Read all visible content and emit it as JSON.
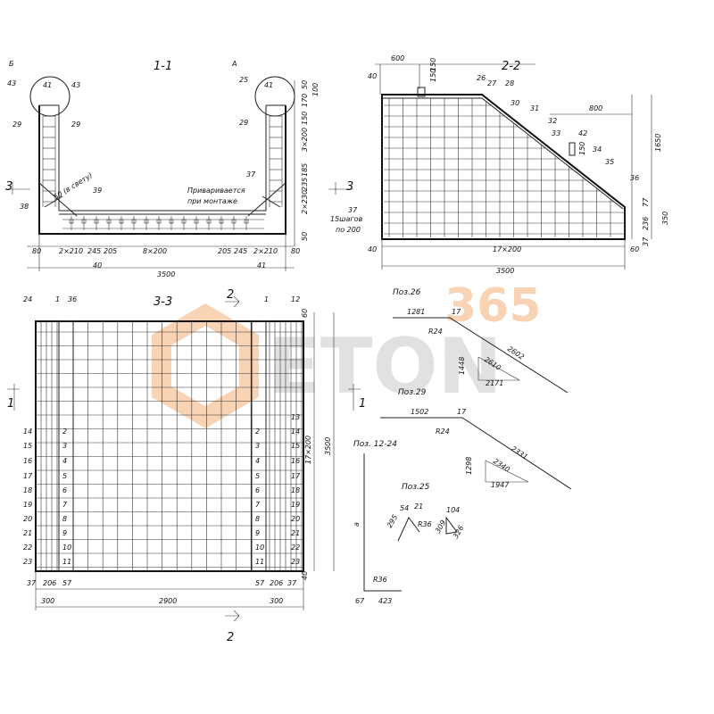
{
  "sections": {
    "s11": {
      "title": "1-1"
    },
    "s22": {
      "title": "2-2"
    },
    "s33": {
      "title": "3-3"
    }
  },
  "s11": {
    "callouts": [
      "Б",
      "43",
      "41",
      "43",
      "29",
      "29",
      "А",
      "25",
      "41",
      "29",
      "38",
      "39",
      "37",
      "40",
      "41"
    ],
    "dims_right": [
      "50",
      "170",
      "100",
      "150",
      "3×200",
      "185",
      "235",
      "2×230",
      "50"
    ],
    "dims_bottom": [
      "80",
      "2×210",
      "245",
      "205",
      "8×200",
      "205",
      "245",
      "2×210",
      "80"
    ],
    "total": "3500",
    "note1": "50 (в свету)",
    "note2": "Приваривается",
    "note3": "при монтаже",
    "marker": "3"
  },
  "s22": {
    "dims_top": [
      "600",
      "150",
      "800"
    ],
    "callouts": [
      "26",
      "27",
      "28",
      "30",
      "31",
      "32",
      "33",
      "42",
      "34",
      "35",
      "36",
      "37"
    ],
    "height": "1650",
    "dims_right": [
      "77",
      "236",
      "37",
      "350",
      "60"
    ],
    "left": "40",
    "left_bottom": "40",
    "steps": "15шагов",
    "steps2": "по 200",
    "bottom": "17×200",
    "total": "3500",
    "marker": "3",
    "small": "150",
    "small2": "150"
  },
  "s33": {
    "top_callouts": [
      "24",
      "1",
      "36",
      "1",
      "12"
    ],
    "left_numbers": [
      "14",
      "15",
      "16",
      "17",
      "18",
      "19",
      "20",
      "21",
      "22",
      "23"
    ],
    "right_numbers": [
      "13",
      "14",
      "15",
      "16",
      "17",
      "18",
      "19",
      "20",
      "21",
      "22",
      "23"
    ],
    "inner_numbers": [
      "2",
      "3",
      "4",
      "5",
      "6",
      "7",
      "8",
      "9",
      "10",
      "11"
    ],
    "dims_bottom": [
      "37",
      "206",
      "57",
      "57",
      "206",
      "37"
    ],
    "dims_bottom2": [
      "300",
      "2900",
      "300"
    ],
    "right_dims": [
      "60",
      "17×200",
      "3500",
      "40"
    ],
    "marker_top": "2",
    "marker_left": "1",
    "marker_right": "1",
    "marker_bottom": "2"
  },
  "details": {
    "p26": {
      "title": "Поз.26",
      "dims": [
        "1281",
        "17",
        "R24",
        "2602",
        "2610",
        "1448",
        "2171"
      ]
    },
    "p29": {
      "title": "Поз.29",
      "dims": [
        "1502",
        "17",
        "R24",
        "2331",
        "2340",
        "1298",
        "1947"
      ]
    },
    "p1224": {
      "title": "Поз. 12-24",
      "dims": [
        "a",
        "R36",
        "67",
        "423"
      ]
    },
    "p25": {
      "title": "Поз.25",
      "dims": [
        "54",
        "21",
        "295",
        "R36",
        "104",
        "309",
        "326"
      ]
    }
  },
  "watermark": {
    "digits": "365",
    "word": "ETON"
  },
  "colors": {
    "watermark": "#f4b27a",
    "watermark_gray": "#c9c9c9",
    "line": "#222222"
  }
}
